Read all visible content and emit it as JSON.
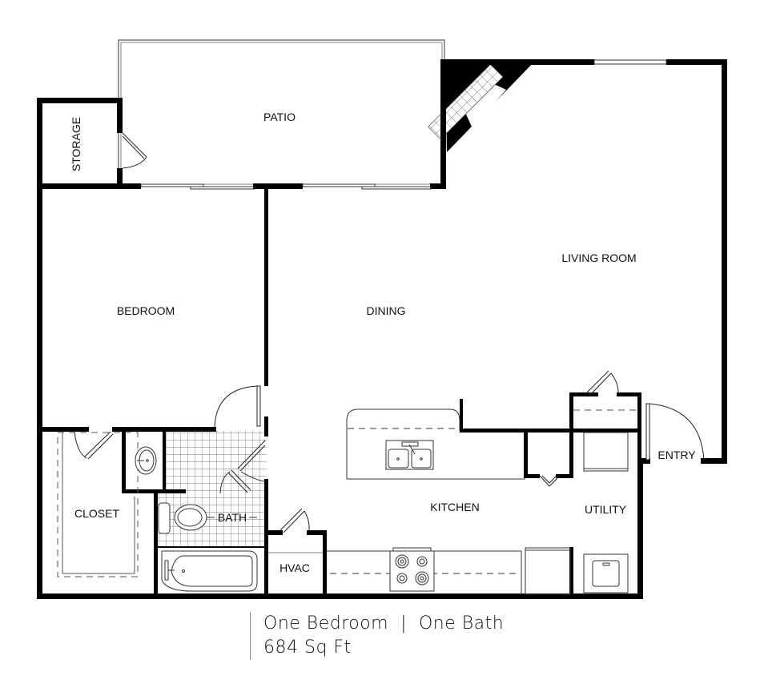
{
  "floorplan": {
    "rooms": {
      "patio": "PATIO",
      "storage": "STORAGE",
      "living_room": "LIVING ROOM",
      "bedroom": "BEDROOM",
      "dining": "DINING",
      "closet": "CLOSET",
      "bath": "BATH",
      "kitchen": "KITCHEN",
      "utility": "UTILITY",
      "hvac": "HVAC",
      "entry": "ENTRY"
    },
    "fixtures": [
      "fireplace-icon",
      "kitchen-sink-icon",
      "stove-icon",
      "refrigerator-icon",
      "dishwasher-icon",
      "washer-icon",
      "dryer-icon",
      "toilet-icon",
      "bathtub-icon",
      "bathroom-sink-icon"
    ],
    "colors": {
      "wall": "#000000",
      "line": "#333333",
      "background": "#ffffff"
    }
  },
  "caption": {
    "title": "One Bedroom  |  One Bath",
    "area": "684 Sq Ft"
  }
}
